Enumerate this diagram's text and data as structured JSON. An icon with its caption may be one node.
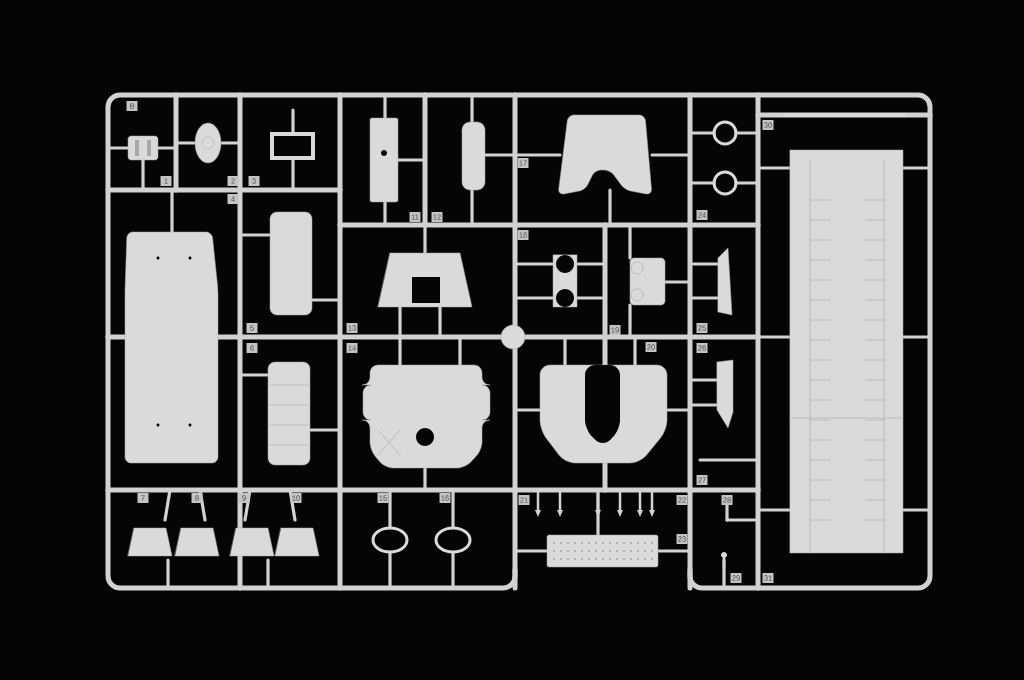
{
  "diagram": {
    "labels": [
      "B",
      "30",
      "17",
      "1",
      "2",
      "3",
      "4",
      "11",
      "12",
      "24",
      "18",
      "5",
      "13",
      "19",
      "25",
      "6",
      "14",
      "20",
      "26",
      "27",
      "7",
      "8",
      "9",
      "10",
      "15",
      "16",
      "21",
      "22",
      "28",
      "23",
      "29",
      "31"
    ]
  }
}
